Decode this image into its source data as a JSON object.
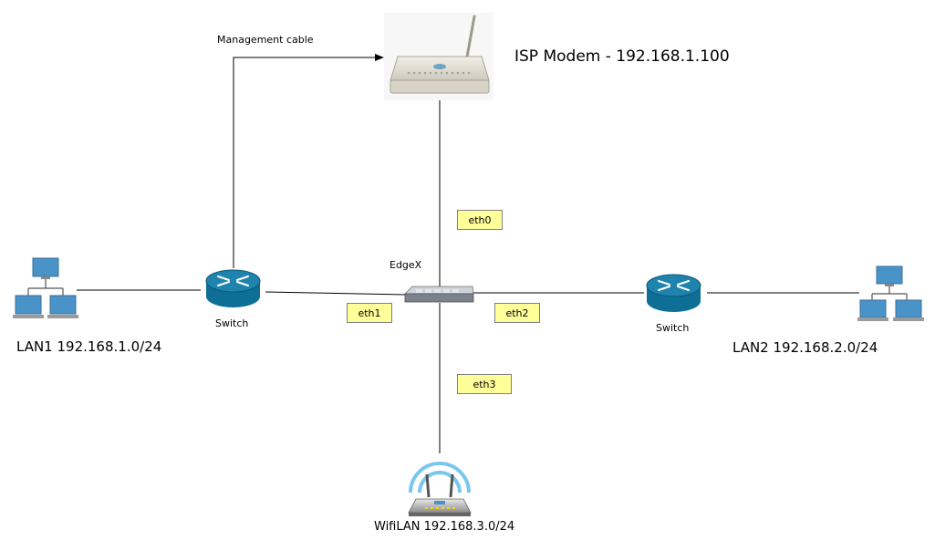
{
  "edges": {
    "management": {
      "label": "Management cable"
    }
  },
  "nodes": {
    "modem": {
      "label": "ISP Modem - 192.168.1.100"
    },
    "edgex": {
      "label": "EdgeX"
    },
    "switch_left": {
      "label": "Switch"
    },
    "switch_right": {
      "label": "Switch"
    },
    "lan1": {
      "label": "LAN1 192.168.1.0/24"
    },
    "lan2": {
      "label": "LAN2 192.168.2.0/24"
    },
    "wifi": {
      "label": "WifiLAN 192.168.3.0/24"
    }
  },
  "ports": {
    "eth0": "eth0",
    "eth1": "eth1",
    "eth2": "eth2",
    "eth3": "eth3"
  },
  "colors": {
    "switch_blue": "#0e6f96",
    "port_fill": "#ffff99",
    "wifi_wave": "#79c7ee",
    "computer_blue": "#4a93c9"
  }
}
